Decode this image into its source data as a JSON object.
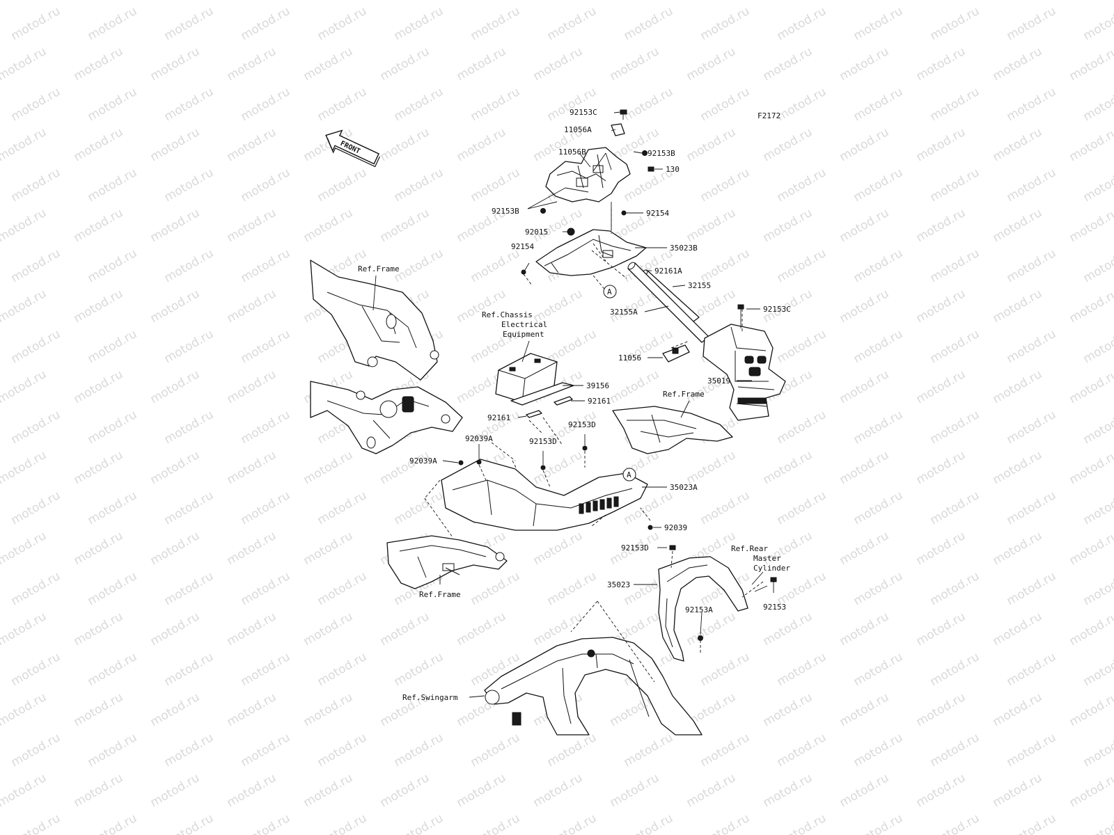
{
  "diagram_code": "F2172",
  "watermark_text": "motod.ru",
  "front_arrow_label": "FRONT",
  "refs": {
    "frame_top": "Ref.Frame",
    "chassis_line1": "Ref.Chassis",
    "chassis_line2": "Electrical",
    "chassis_line3": "Equipment",
    "frame_right": "Ref.Frame",
    "frame_bottom": "Ref.Frame",
    "rear_master_line1": "Ref.Rear",
    "rear_master_line2": "Master",
    "rear_master_line3": "Cylinder",
    "swingarm": "Ref.Swingarm"
  },
  "marker_a": "A",
  "parts": [
    {
      "key": "p92153c_top",
      "label": "92153C"
    },
    {
      "key": "p11056a",
      "label": "11056A"
    },
    {
      "key": "p11056b",
      "label": "11056B"
    },
    {
      "key": "p92153b_right",
      "label": "92153B"
    },
    {
      "key": "p130",
      "label": "130"
    },
    {
      "key": "p92153b_left",
      "label": "92153B"
    },
    {
      "key": "p92154_top",
      "label": "92154"
    },
    {
      "key": "p92015",
      "label": "92015"
    },
    {
      "key": "p35023b",
      "label": "35023B"
    },
    {
      "key": "p92154_left",
      "label": "92154"
    },
    {
      "key": "p92161a",
      "label": "92161A"
    },
    {
      "key": "p32155",
      "label": "32155"
    },
    {
      "key": "p32155a",
      "label": "32155A"
    },
    {
      "key": "p92153c_right",
      "label": "92153C"
    },
    {
      "key": "p11056",
      "label": "11056"
    },
    {
      "key": "p35019",
      "label": "35019"
    },
    {
      "key": "p39156",
      "label": "39156"
    },
    {
      "key": "p92161_right",
      "label": "92161"
    },
    {
      "key": "p92161_left",
      "label": "92161"
    },
    {
      "key": "p92039a_upper",
      "label": "92039A"
    },
    {
      "key": "p92153d_upper",
      "label": "92153D"
    },
    {
      "key": "p92153d_mid",
      "label": "92153D"
    },
    {
      "key": "p92039a_left",
      "label": "92039A"
    },
    {
      "key": "p35023a",
      "label": "35023A"
    },
    {
      "key": "p92039",
      "label": "92039"
    },
    {
      "key": "p92153d_lower",
      "label": "92153D"
    },
    {
      "key": "p35023",
      "label": "35023"
    },
    {
      "key": "p92153",
      "label": "92153"
    },
    {
      "key": "p92153a",
      "label": "92153A"
    }
  ]
}
